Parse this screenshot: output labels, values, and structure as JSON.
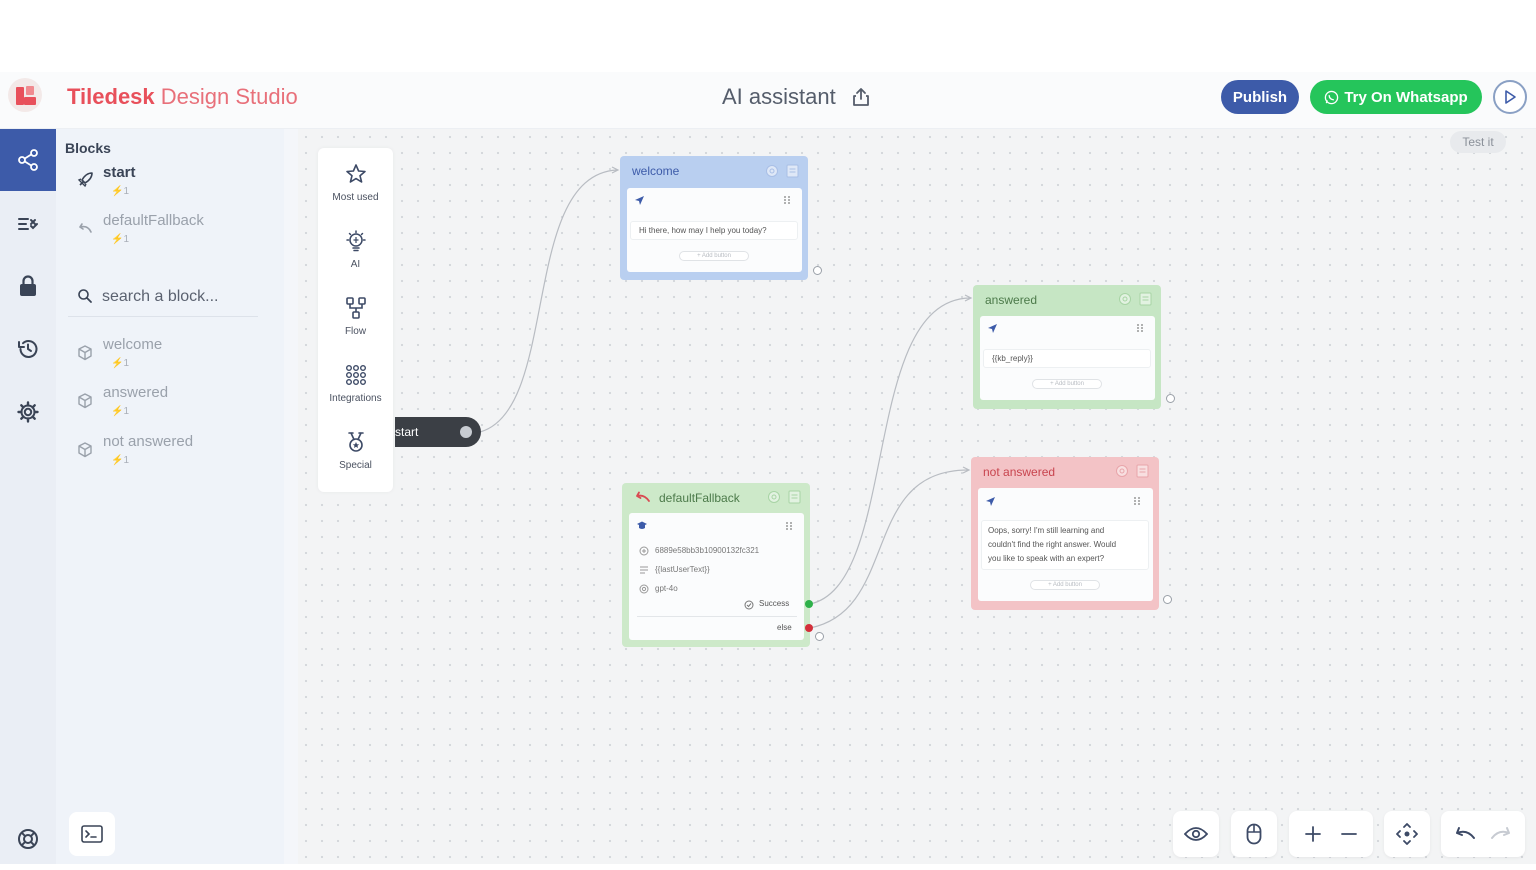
{
  "header": {
    "brand_bold": "Tiledesk",
    "brand_rest": " Design Studio",
    "title": "AI assistant",
    "publish_label": "Publish",
    "whatsapp_label": "Try On Whatsapp"
  },
  "sidebar": {
    "title": "Blocks",
    "blocks_top": [
      {
        "name": "start",
        "count": "1"
      },
      {
        "name": "defaultFallback",
        "count": "1"
      }
    ],
    "search_placeholder": "search a block...",
    "blocks": [
      {
        "name": "welcome",
        "count": "1"
      },
      {
        "name": "answered",
        "count": "1"
      },
      {
        "name": "not answered",
        "count": "1"
      }
    ]
  },
  "canvas": {
    "test_it_label": "Test it",
    "palette": [
      {
        "label": "Most used",
        "icon": "star-icon"
      },
      {
        "label": "AI",
        "icon": "ai-bulb-icon"
      },
      {
        "label": "Flow",
        "icon": "flow-icon"
      },
      {
        "label": "Integrations",
        "icon": "grid-dots-icon"
      },
      {
        "label": "Special",
        "icon": "special-icon"
      }
    ],
    "start_node_label": "start",
    "nodes": {
      "welcome": {
        "title": "welcome",
        "message": "Hi there, how may I help you today?",
        "add_button": "+ Add button"
      },
      "answered": {
        "title": "answered",
        "message": "{{kb_reply}}",
        "add_button": "+ Add button"
      },
      "not_answered": {
        "title": "not answered",
        "message_lines": [
          "Oops, sorry! I'm still learning and",
          "couldn't find the right answer. Would",
          "you like to speak with an expert?"
        ],
        "add_button": "+ Add button"
      },
      "fallback": {
        "title": "defaultFallback",
        "kb_id": "6889e58bb3b10900132fc321",
        "question": "{{lastUserText}}",
        "model": "gpt-4o",
        "success_label": "Success",
        "else_label": "else"
      }
    }
  },
  "colors": {
    "accent": "#3d5ba9",
    "whatsapp": "#25c55b",
    "brand": "#e8505b",
    "welcome_node": "#b9cff0",
    "answered_node": "#c6e6c4",
    "not_answered_node": "#f3c3c6",
    "fallback_node": "#cde9c9"
  }
}
